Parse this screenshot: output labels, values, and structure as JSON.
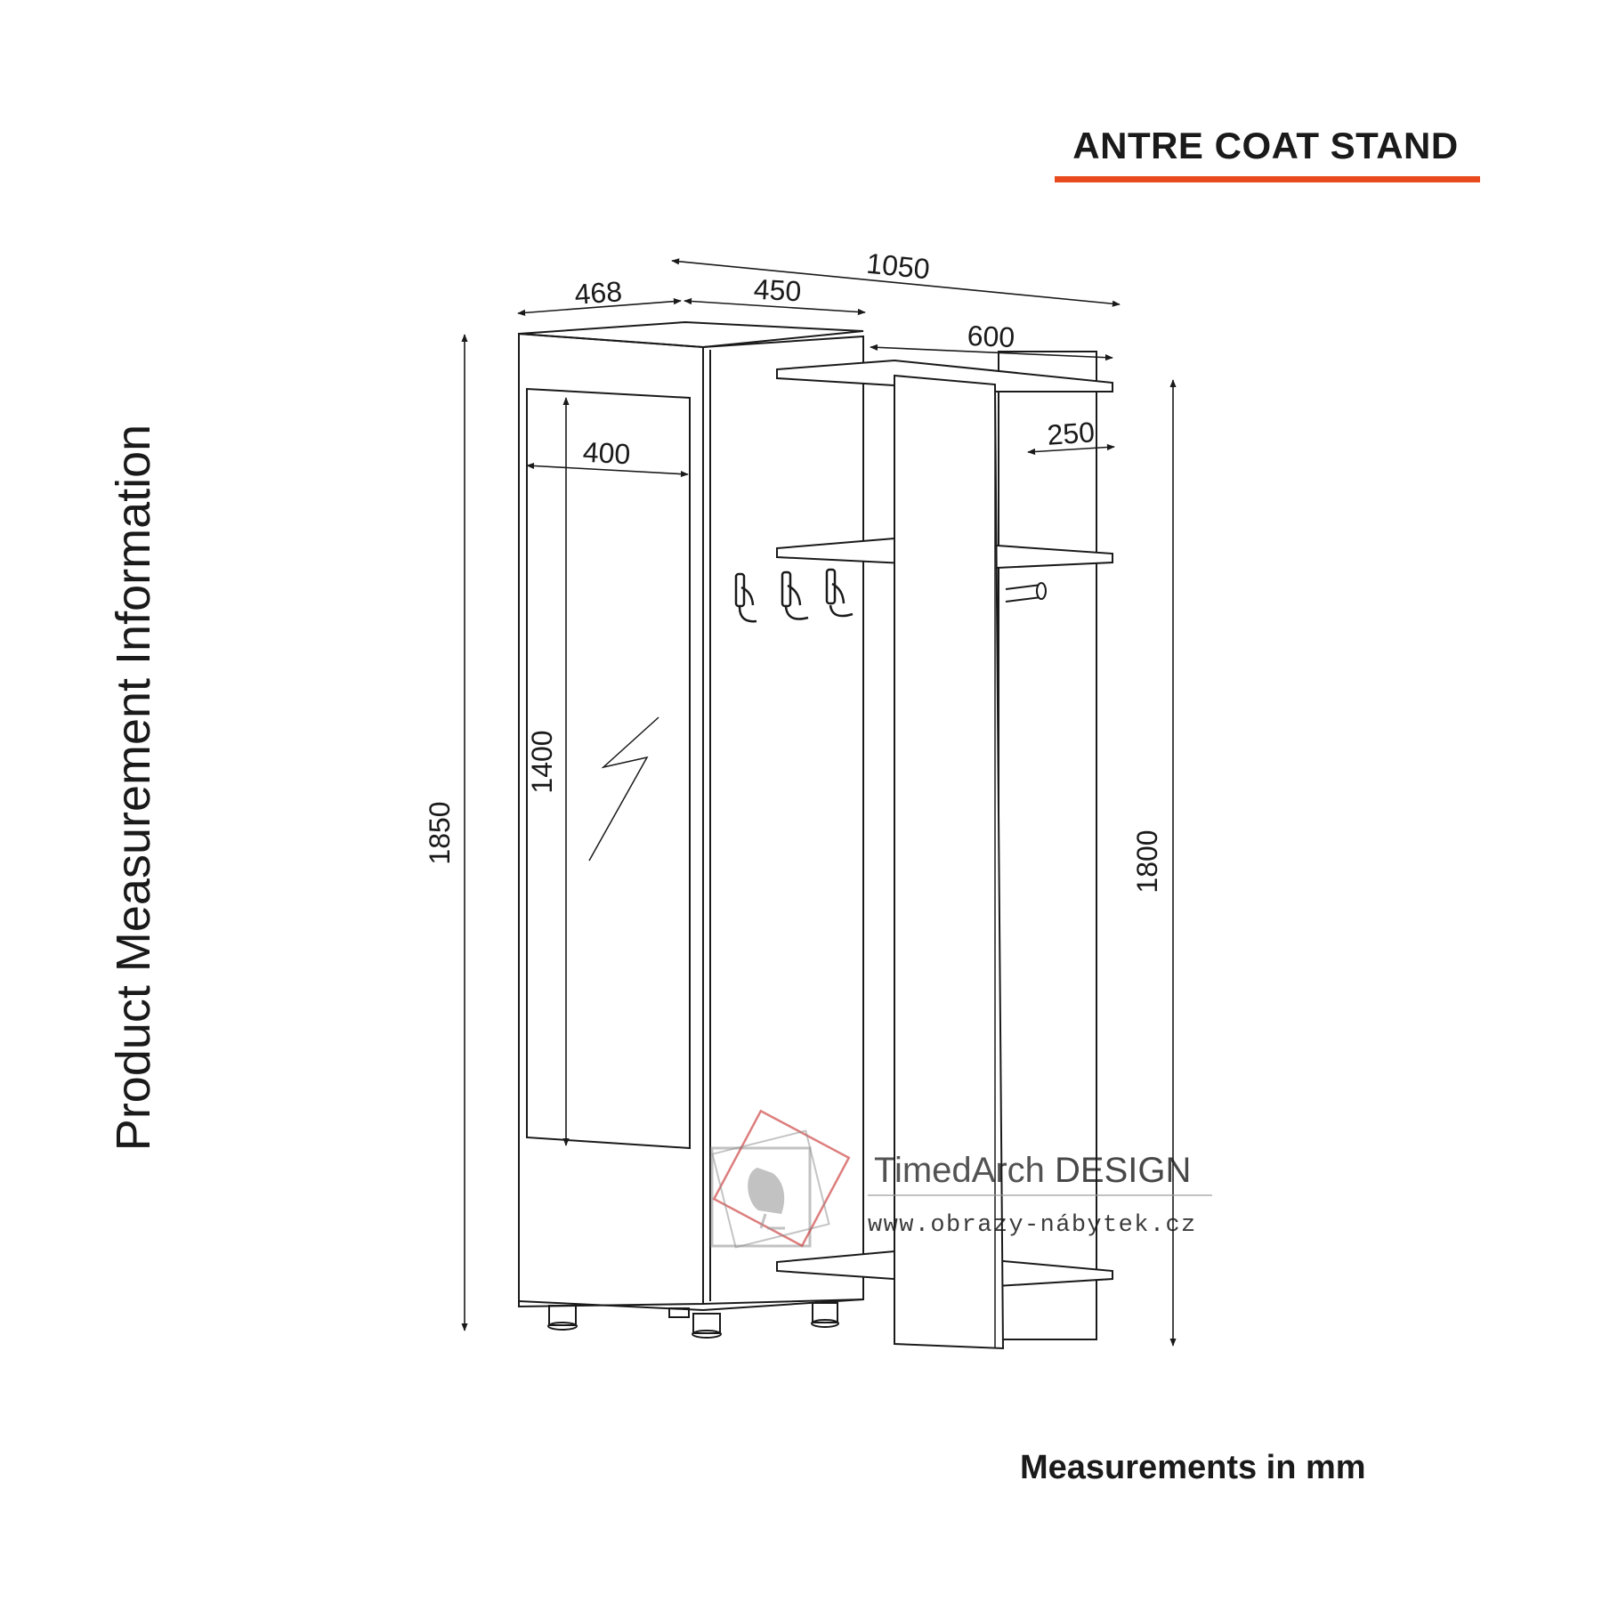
{
  "title": "ANTRE COAT STAND",
  "side_heading": "Product Measurement Information",
  "units_note": "Measurements in mm",
  "accent_color": "#e8491d",
  "dimensions": {
    "total_width": "1050",
    "cabinet_depth": "468",
    "cabinet_width": "450",
    "shelf_width": "600",
    "shelf_depth": "250",
    "mirror_width": "400",
    "mirror_height": "1400",
    "total_height": "1850",
    "rack_height": "1800"
  },
  "watermark": {
    "brand_left": "TimedArch",
    "brand_right": "DESIGN",
    "url": "www.obrazy-nábytek.cz"
  }
}
